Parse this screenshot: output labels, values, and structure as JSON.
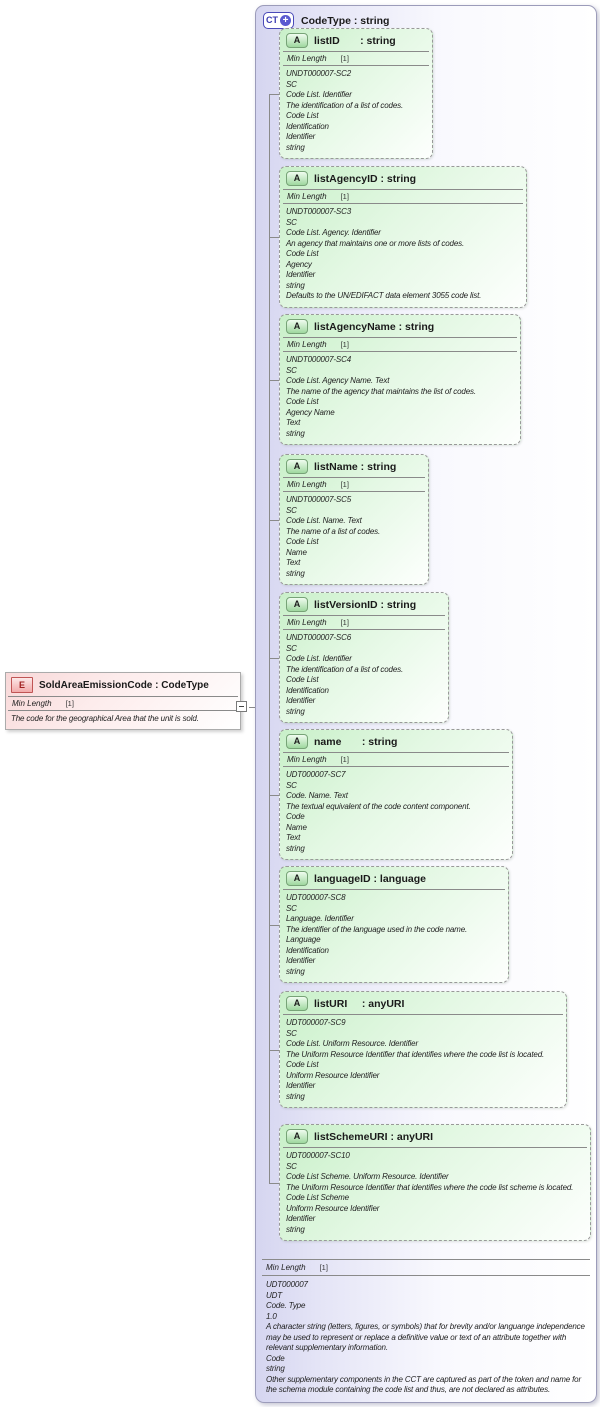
{
  "diagram": {
    "element": {
      "icon": "E",
      "title": "SoldAreaEmissionCode : CodeType",
      "facet_name": "Min Length",
      "facet_value": "[1]",
      "doc": "The code for the geographical Area that the unit is sold."
    },
    "complex_type": {
      "icon": "CT",
      "plus": "+",
      "title": "CodeType : string",
      "facet_name": "Min Length",
      "facet_value": "[1]",
      "docs": "UDT000007\nUDT\nCode. Type\n1.0\nA character string (letters, figures, or symbols) that for brevity and/or languange independence may be used to represent or replace a definitive value or text of an attribute together with relevant supplementary information.\nCode\nstring\nOther supplementary components in the CCT are captured as part of the token and name for the schema module containing the code list and thus, are not declared as attributes.",
      "attributes": [
        {
          "icon": "A",
          "title": "listID       : string",
          "facet_name": "Min Length",
          "facet_value": "[1]",
          "docs": "UNDT000007-SC2\nSC\nCode List. Identifier\nThe identification of a list of codes.\nCode List\nIdentification\nIdentifier\nstring"
        },
        {
          "icon": "A",
          "title": "listAgencyID : string",
          "facet_name": "Min Length",
          "facet_value": "[1]",
          "docs": "UNDT000007-SC3\nSC\nCode List. Agency. Identifier\nAn agency that maintains one or more lists of codes.\nCode List\nAgency\nIdentifier\nstring\nDefaults to the UN/EDIFACT data element 3055 code list."
        },
        {
          "icon": "A",
          "title": "listAgencyName : string",
          "facet_name": "Min Length",
          "facet_value": "[1]",
          "docs": "UNDT000007-SC4\nSC\nCode List. Agency Name. Text\nThe name of the agency that maintains the list of codes.\nCode List\nAgency Name\nText\nstring"
        },
        {
          "icon": "A",
          "title": "listName : string",
          "facet_name": "Min Length",
          "facet_value": "[1]",
          "docs": "UNDT000007-SC5\nSC\nCode List. Name. Text\nThe name of a list of codes.\nCode List\nName\nText\nstring"
        },
        {
          "icon": "A",
          "title": "listVersionID : string",
          "facet_name": "Min Length",
          "facet_value": "[1]",
          "docs": "UNDT000007-SC6\nSC\nCode List. Identifier\nThe identification of a list of codes.\nCode List\nIdentification\nIdentifier\nstring"
        },
        {
          "icon": "A",
          "title": "name       : string",
          "facet_name": "Min Length",
          "facet_value": "[1]",
          "docs": "UDT000007-SC7\nSC\nCode. Name. Text\nThe textual equivalent of the code content component.\nCode\nName\nText\nstring"
        },
        {
          "icon": "A",
          "title": "languageID : language",
          "docs": "UDT000007-SC8\nSC\nLanguage. Identifier\nThe identifier of the language used in the code name.\nLanguage\nIdentification\nIdentifier\nstring"
        },
        {
          "icon": "A",
          "title": "listURI     : anyURI",
          "docs": "UDT000007-SC9\nSC\nCode List. Uniform Resource. Identifier\nThe Uniform Resource Identifier that identifies where the code list is located.\nCode List\nUniform Resource Identifier\nIdentifier\nstring"
        },
        {
          "icon": "A",
          "title": "listSchemeURI : anyURI",
          "docs": "UDT000007-SC10\nSC\nCode List Scheme. Uniform Resource. Identifier\nThe Uniform Resource Identifier that identifies where the code list scheme is located.\nCode List Scheme\nUniform Resource Identifier\nIdentifier\nstring"
        }
      ]
    }
  }
}
